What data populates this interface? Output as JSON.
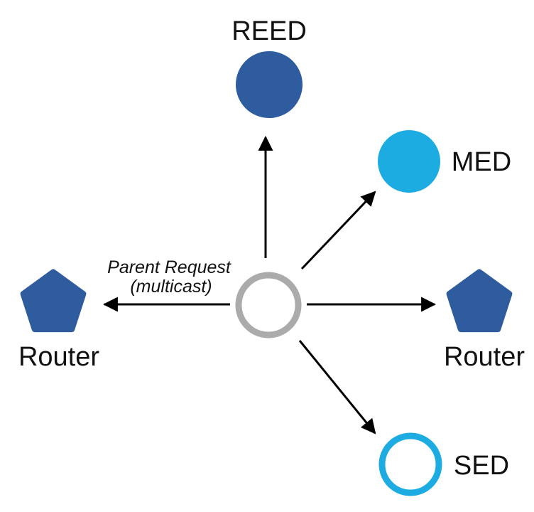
{
  "diagram": {
    "type": "network-topology",
    "annotation": {
      "line1": "Parent Request",
      "line2": "(multicast)"
    },
    "nodes": {
      "reed": {
        "label": "REED",
        "shape": "circle",
        "style": "filled"
      },
      "med": {
        "label": "MED",
        "shape": "circle",
        "style": "filled"
      },
      "router_right": {
        "label": "Router",
        "shape": "pentagon",
        "style": "filled"
      },
      "sed": {
        "label": "SED",
        "shape": "circle",
        "style": "outline"
      },
      "router_left": {
        "label": "Router",
        "shape": "pentagon",
        "style": "filled"
      },
      "center": {
        "label": "",
        "shape": "circle",
        "style": "outline"
      }
    },
    "edges": [
      {
        "from": "center",
        "to": "reed"
      },
      {
        "from": "center",
        "to": "med"
      },
      {
        "from": "center",
        "to": "router_right"
      },
      {
        "from": "center",
        "to": "sed"
      },
      {
        "from": "center",
        "to": "router_left"
      }
    ],
    "colors": {
      "blue": "#2E5C9F",
      "cyan": "#1CACE2",
      "gray": "#ABABAB",
      "arrow": "#000000",
      "text": "#111111"
    }
  }
}
